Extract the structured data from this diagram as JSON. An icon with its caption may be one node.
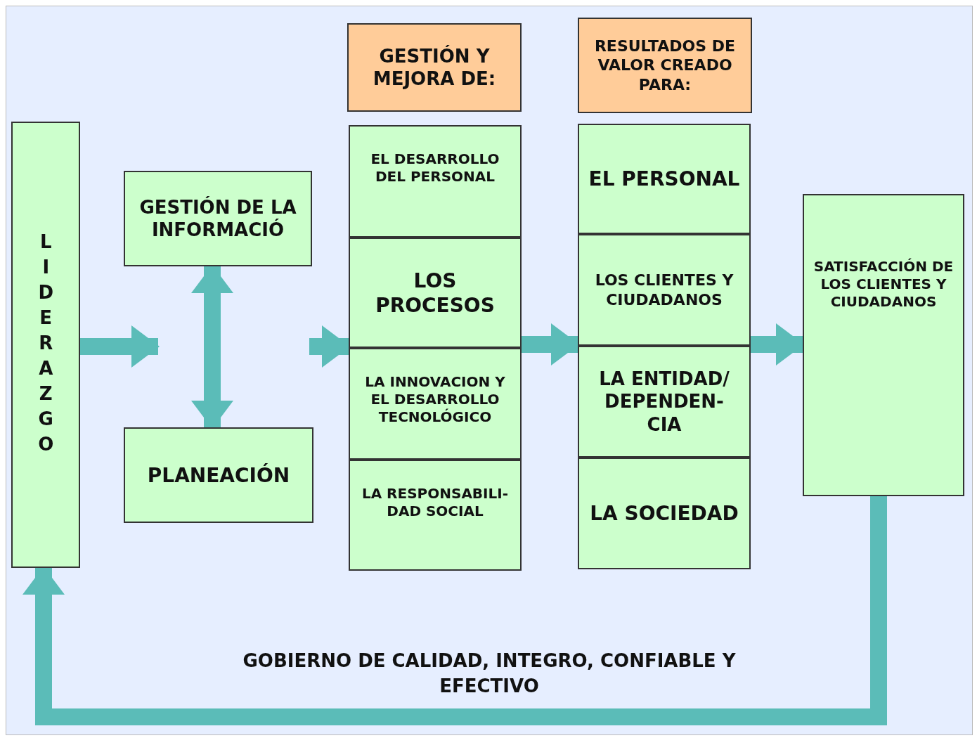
{
  "diagram": {
    "nodes": [
      {
        "text": [
          "LIDERAZGO"
        ]
      },
      {
        "text": [
          "GESTIÓN DE LA INFORMACIÓ"
        ]
      },
      {
        "text": [
          "PLANEACIÓN"
        ]
      },
      {
        "text": [
          "GESTIÓN Y MEJORA DE:"
        ]
      },
      {
        "text": [
          "EL DESARROLLO DEL PERSONAL"
        ]
      },
      {
        "text": [
          "LOS PROCESOS"
        ]
      },
      {
        "text": [
          "LA INNOVACION Y EL DESARROLLO TECNOLÓGICO"
        ]
      },
      {
        "text": [
          "LA RESPONSABILI- DAD SOCIAL"
        ]
      },
      {
        "text": [
          "RESULTADOS DE VALOR CREADO PARA:"
        ]
      },
      {
        "text": [
          "EL PERSONAL"
        ]
      },
      {
        "text": [
          "LOS CLIENTES Y CIUDADANOS"
        ]
      },
      {
        "text": [
          "LA ENTIDAD/ DEPENDEN- CIA"
        ]
      },
      {
        "text": [
          "LA SOCIEDAD"
        ]
      },
      {
        "text": [
          "SATISFACCIÓN DE LOS CLIENTES Y CIUDADANOS"
        ]
      }
    ],
    "edges": [
      {
        "from": 0,
        "to": null,
        "arrow": "to"
      },
      {
        "from": 1,
        "to": 2,
        "arrow": "both"
      },
      {
        "from": null,
        "to": 5,
        "arrow": "to"
      },
      {
        "from": 5,
        "to": 10,
        "arrow": "to"
      },
      {
        "from": 10,
        "to": 13,
        "arrow": "to"
      },
      {
        "from": 13,
        "to": 0,
        "arrow": "to",
        "label": "GOBIERNO DE CALIDAD, INTEGRO, CONFIABLE Y EFECTIVO"
      }
    ]
  }
}
